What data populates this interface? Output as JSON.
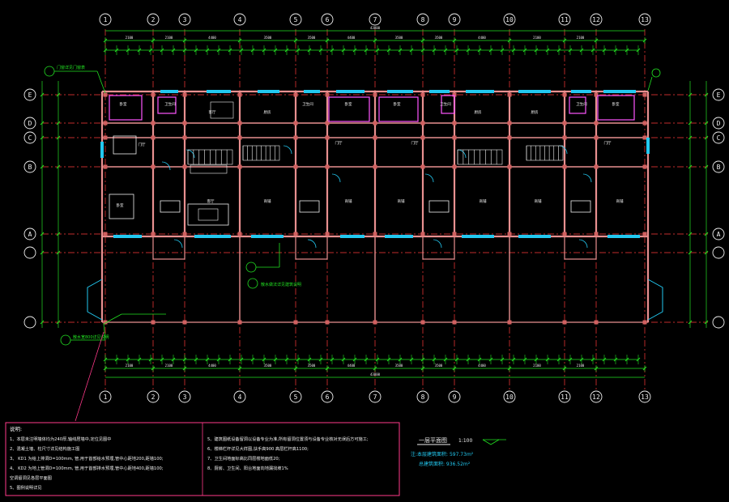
{
  "grid": {
    "columns": [
      "1",
      "2",
      "3",
      "4",
      "5",
      "6",
      "7",
      "8",
      "9",
      "10",
      "11",
      "12",
      "13"
    ],
    "rows": [
      "E",
      "D",
      "C",
      "B",
      "A"
    ]
  },
  "dims": {
    "top_total": "43800",
    "bottom_total": "43800",
    "top_bays": [
      "2100",
      "2100",
      "4400",
      "3500",
      "3500",
      "4400",
      "3500",
      "3500",
      "4400",
      "2100",
      "2100"
    ],
    "bottom_bays": [
      "2100",
      "2100",
      "4400",
      "3500",
      "3500",
      "4400",
      "3500",
      "3500",
      "4400",
      "2100",
      "2100"
    ]
  },
  "rooms": {
    "bedroom": "卧室",
    "bath": "卫生间",
    "kitchen": "厨房",
    "living": "客厅",
    "hall": "门厅",
    "dining": "餐厅",
    "stair": "楼梯",
    "shop": "商铺"
  },
  "labels": {
    "title": "一层平面图",
    "scale": "1:100",
    "area_line1": "注:本层建筑面积: 597.73m²",
    "area_line2": "总建筑面积: 936.52m²",
    "callout_left_top": "门窗详见门窗表",
    "callout_mid": "散水做法详见建筑说明",
    "callout_left_bottom": "散水宽800详见说明"
  },
  "notes": {
    "heading": "说明:",
    "left": [
      "1、本层未注明墙体均为240厚,轴线居墙中,定位见图中",
      "2、混凝土墙、柱尺寸详见结构施工图",
      "3、 KD1 为给上排洞D=100mm, 管,用于首部给水预埋,管中心距地200,距墙100;",
      "4、 KD2 为地上管洞D=100mm, 管,用于首部排水预埋,管中心距地400,距墙100;",
      "   空调留洞见各层平面图",
      "5、图例说明详见"
    ],
    "right": [
      "5、建筑图纸设备留洞以设备专业为准,所有留洞位置须与设备专业核对无误后方可施工;",
      "6、楼梯栏杆详见大样图,扶手高900 高层栏杆高1100;",
      "7、卫生间地面标高比同层楼地面低20;",
      "8、厨房、卫生间、阳台地面向地漏找坡1%"
    ]
  },
  "colors": {
    "background": "#000000",
    "axis": "#ff3a3a",
    "wall": "#e89090",
    "dim": "#22e022",
    "text": "#f0f0f0",
    "window": "#22c8f0",
    "door": "#ff55ff",
    "callout": "#22e022"
  }
}
